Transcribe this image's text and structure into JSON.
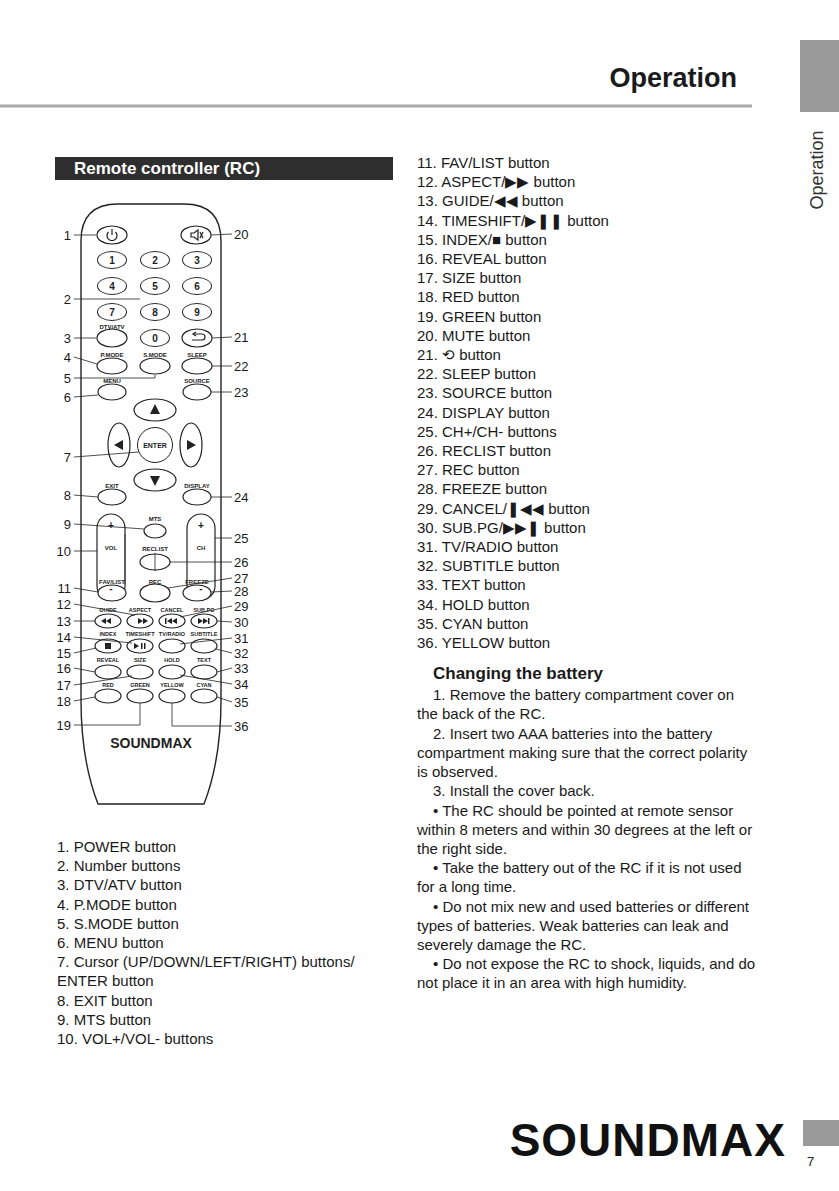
{
  "diagram": {
    "title": "Operation",
    "nodes": [
      {
        "text": [
          "Remote controller (RC)"
        ]
      },
      {
        "text": [
          "SOUNDMAX"
        ]
      },
      {
        "text": [
          "1"
        ],
        "in": 1
      },
      {
        "text": [
          "2"
        ],
        "in": 1
      },
      {
        "text": [
          "3"
        ],
        "in": 1
      },
      {
        "text": [
          "4"
        ],
        "in": 1
      },
      {
        "text": [
          "5"
        ],
        "in": 1
      },
      {
        "text": [
          "6"
        ],
        "in": 1
      },
      {
        "text": [
          "7"
        ],
        "in": 1
      },
      {
        "text": [
          "8"
        ],
        "in": 1
      },
      {
        "text": [
          "9"
        ],
        "in": 1
      },
      {
        "text": [
          "0"
        ],
        "in": 1
      },
      {
        "text": [
          "ENTER"
        ],
        "in": 1
      }
    ],
    "labels": [
      "Operation",
      "DTV/ATV",
      "P.MODE",
      "S.MODE",
      "SLEEP",
      "MENU",
      "SOURCE",
      "EXIT",
      "DISPLAY",
      "MTS",
      "+",
      "VOL",
      "-",
      "+",
      "CH",
      "-",
      "RECLIST",
      "FAV/LIST",
      "REC",
      "FREEZE",
      "GUIDE",
      "ASPECT",
      "CANCEL",
      "SUB.PG",
      "INDEX",
      "TIMESHIFT",
      "TV/RADIO",
      "SUBTITLE",
      "REVEAL",
      "SIZE",
      "HOLD",
      "TEXT",
      "RED",
      "GREEN",
      "YELLOW",
      "CYAN",
      "1",
      "2",
      "3",
      "4",
      "5",
      "6",
      "7",
      "8",
      "9",
      "10",
      "11",
      "12",
      "13",
      "14",
      "15",
      "16",
      "17",
      "18",
      "19",
      "20",
      "21",
      "22",
      "23",
      "24",
      "25",
      "26",
      "27",
      "28",
      "29",
      "30",
      "31",
      "32",
      "33",
      "34",
      "35",
      "36",
      "1. POWER button",
      "2. Number buttons",
      "3. DTV/ATV button",
      "4. P.MODE button",
      "5. S.MODE button",
      "6. MENU button",
      "7. Cursor (UP/DOWN/LEFT/RIGHT) buttons/ ENTER button",
      "8. EXIT button",
      "9. MTS button",
      "10. VOL+/VOL- buttons",
      "11. FAV/LIST button",
      "12. ASPECT/▶▶ button",
      "13. GUIDE/◀◀ button",
      "14. TIMESHIFT/▶❚❚ button",
      "15. INDEX/■ button",
      "16. REVEAL button",
      "17. SIZE button",
      "18. RED button",
      "19. GREEN button",
      "20. MUTE button",
      "21. ⟲ button",
      "22. SLEEP button",
      "23. SOURCE button",
      "24. DISPLAY button",
      "25. CH+/CH- buttons",
      "26. RECLIST button",
      "27. REC button",
      "28. FREEZE button",
      "29. CANCEL/❚◀◀ button",
      "30. SUB.PG/▶▶❚ button",
      "31. TV/RADIO button",
      "32. SUBTITLE button",
      "33. TEXT button",
      "34. HOLD button",
      "35. CYAN button",
      "36. YELLOW button",
      "Changing the battery",
      "1. Remove the battery compartment cover on the back of the RC.",
      "2. Insert two AAA batteries into the battery compartment making sure that the correct polarity is observed.",
      "3. Install the cover back.",
      "• The RC should be pointed at remote sensor within 8 meters and within 30 degrees at the left or the right side.",
      "• Take the battery out of the RC if it is not used for a long time.",
      "• Do not mix new and used batteries or different types of batteries. Weak batteries can leak and severely damage the RC.",
      "• Do not expose the RC to shock, liquids, and do not place it in an area with high humidity.",
      "SOUNDMAX",
      "7"
    ]
  }
}
